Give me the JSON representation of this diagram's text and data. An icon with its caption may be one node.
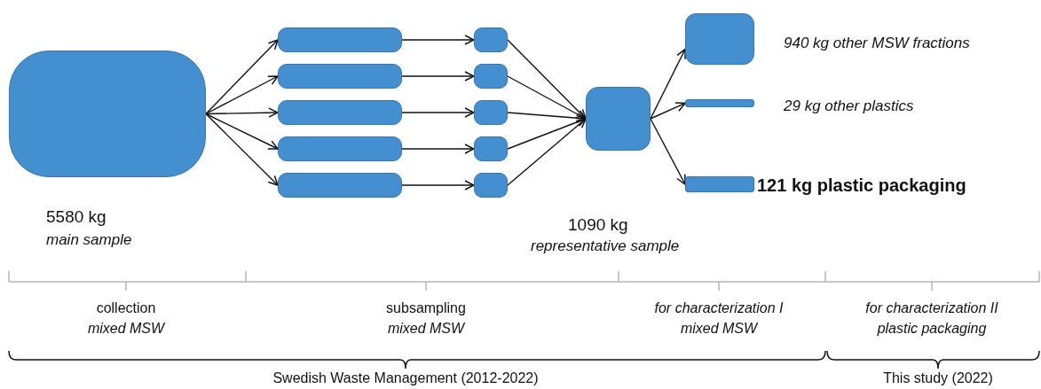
{
  "diagram": {
    "nodes": [
      {
        "text": [],
        "shape": "box",
        "beside": [
          "5580 kg",
          "main sample"
        ]
      },
      {
        "text": [],
        "shape": "box"
      },
      {
        "text": [],
        "shape": "box"
      },
      {
        "text": [],
        "shape": "box"
      },
      {
        "text": [],
        "shape": "box"
      },
      {
        "text": [],
        "shape": "box"
      },
      {
        "text": [],
        "shape": "box"
      },
      {
        "text": [],
        "shape": "box"
      },
      {
        "text": [],
        "shape": "box"
      },
      {
        "text": [],
        "shape": "box"
      },
      {
        "text": [],
        "shape": "box"
      },
      {
        "text": [],
        "shape": "box",
        "beside": [
          "1090 kg",
          "representative sample"
        ]
      },
      {
        "text": [],
        "shape": "box",
        "beside": [
          "940 kg other MSW fractions"
        ]
      },
      {
        "text": [],
        "shape": "bar",
        "beside": [
          "29 kg other plastics"
        ]
      },
      {
        "text": [],
        "shape": "bar",
        "beside": [
          "121 kg plastic packaging"
        ]
      }
    ],
    "edges": [
      {
        "from": 0,
        "to": 1,
        "arrow": "to"
      },
      {
        "from": 0,
        "to": 2,
        "arrow": "to"
      },
      {
        "from": 0,
        "to": 3,
        "arrow": "to"
      },
      {
        "from": 0,
        "to": 4,
        "arrow": "to"
      },
      {
        "from": 0,
        "to": 5,
        "arrow": "to"
      },
      {
        "from": 1,
        "to": 6,
        "arrow": "to"
      },
      {
        "from": 2,
        "to": 7,
        "arrow": "to"
      },
      {
        "from": 3,
        "to": 8,
        "arrow": "to"
      },
      {
        "from": 4,
        "to": 9,
        "arrow": "to"
      },
      {
        "from": 5,
        "to": 10,
        "arrow": "to"
      },
      {
        "from": 6,
        "to": 11,
        "arrow": "to"
      },
      {
        "from": 7,
        "to": 11,
        "arrow": "to"
      },
      {
        "from": 8,
        "to": 11,
        "arrow": "to"
      },
      {
        "from": 9,
        "to": 11,
        "arrow": "to"
      },
      {
        "from": 10,
        "to": 11,
        "arrow": "to"
      },
      {
        "from": 11,
        "to": 12,
        "arrow": "to"
      },
      {
        "from": 11,
        "to": 13,
        "arrow": "to"
      },
      {
        "from": 11,
        "to": 14,
        "arrow": "to"
      }
    ],
    "labels": [
      "collection",
      "mixed MSW",
      "subsampling",
      "mixed MSW",
      "for characterization I",
      "mixed MSW",
      "for characterization II",
      "plastic packaging",
      "Swedish Waste Management (2012-2022)",
      "This study (2022)"
    ]
  }
}
